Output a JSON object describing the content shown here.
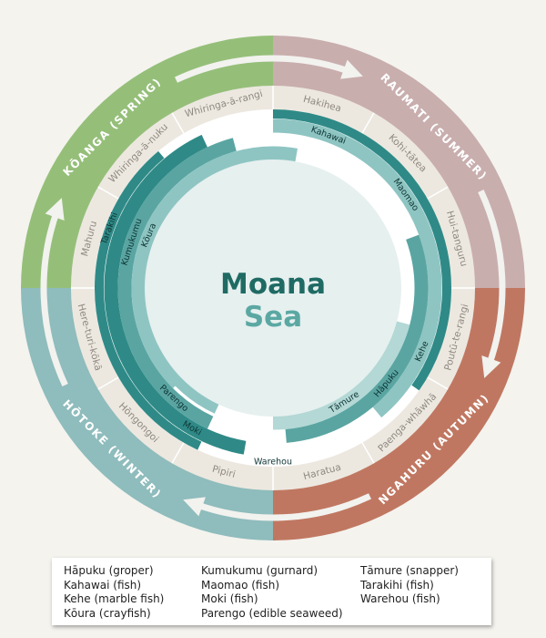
{
  "center": {
    "title": "Moana",
    "subtitle": "Sea"
  },
  "colors": {
    "spring": "#95bf79",
    "summer": "#c9aeae",
    "autumn": "#c07761",
    "winter": "#8fbcbc",
    "month_band": "#ece8e0",
    "ring_dark": "#2f8a87",
    "ring_mid": "#5aa5a2",
    "ring_light": "#8ec5c2",
    "ring_lighter": "#b3d8d5",
    "center_fill": "#e6f0ef",
    "title_dark": "#1f6b64",
    "title_light": "#5ba8a3"
  },
  "seasons": [
    {
      "id": "spring",
      "label": "KŌANGA (SPRING)"
    },
    {
      "id": "summer",
      "label": "RAUMATI (SUMMER)"
    },
    {
      "id": "autumn",
      "label": "NGAHURU (AUTUMN)"
    },
    {
      "id": "winter",
      "label": "HŌTOKE (WINTER)"
    }
  ],
  "months": [
    "Hakihea",
    "Kohi-tātea",
    "Hui-tanguru",
    "Poutū-te-rangi",
    "Paenga-whāwhā",
    "Haratua",
    "Pipiri",
    "Hōngongoi",
    "Here-turi-kōkā",
    "Mahuru",
    "Whiringa-ā-nuku",
    "Whiringa-ā-rangi"
  ],
  "foods": [
    {
      "label": "Warehou"
    },
    {
      "label": "Kahawai"
    },
    {
      "label": "Maomao"
    },
    {
      "label": "Tarakihi"
    },
    {
      "label": "Moki"
    },
    {
      "label": "Kehe"
    },
    {
      "label": "Hāpuku"
    },
    {
      "label": "Kumukumu"
    },
    {
      "label": "Parengo"
    },
    {
      "label": "Tāmure"
    },
    {
      "label": "Kōura"
    }
  ],
  "legend": [
    [
      "Hāpuku (groper)",
      "Kahawai (fish)",
      "Kehe (marble fish)",
      "Kōura (crayfish)"
    ],
    [
      "Kumukumu (gurnard)",
      "Maomao (fish)",
      "Moki (fish)",
      "Parengo (edible seaweed)"
    ],
    [
      "Tāmure (snapper)",
      "Tarakihi (fish)",
      "Warehou (fish)"
    ]
  ]
}
